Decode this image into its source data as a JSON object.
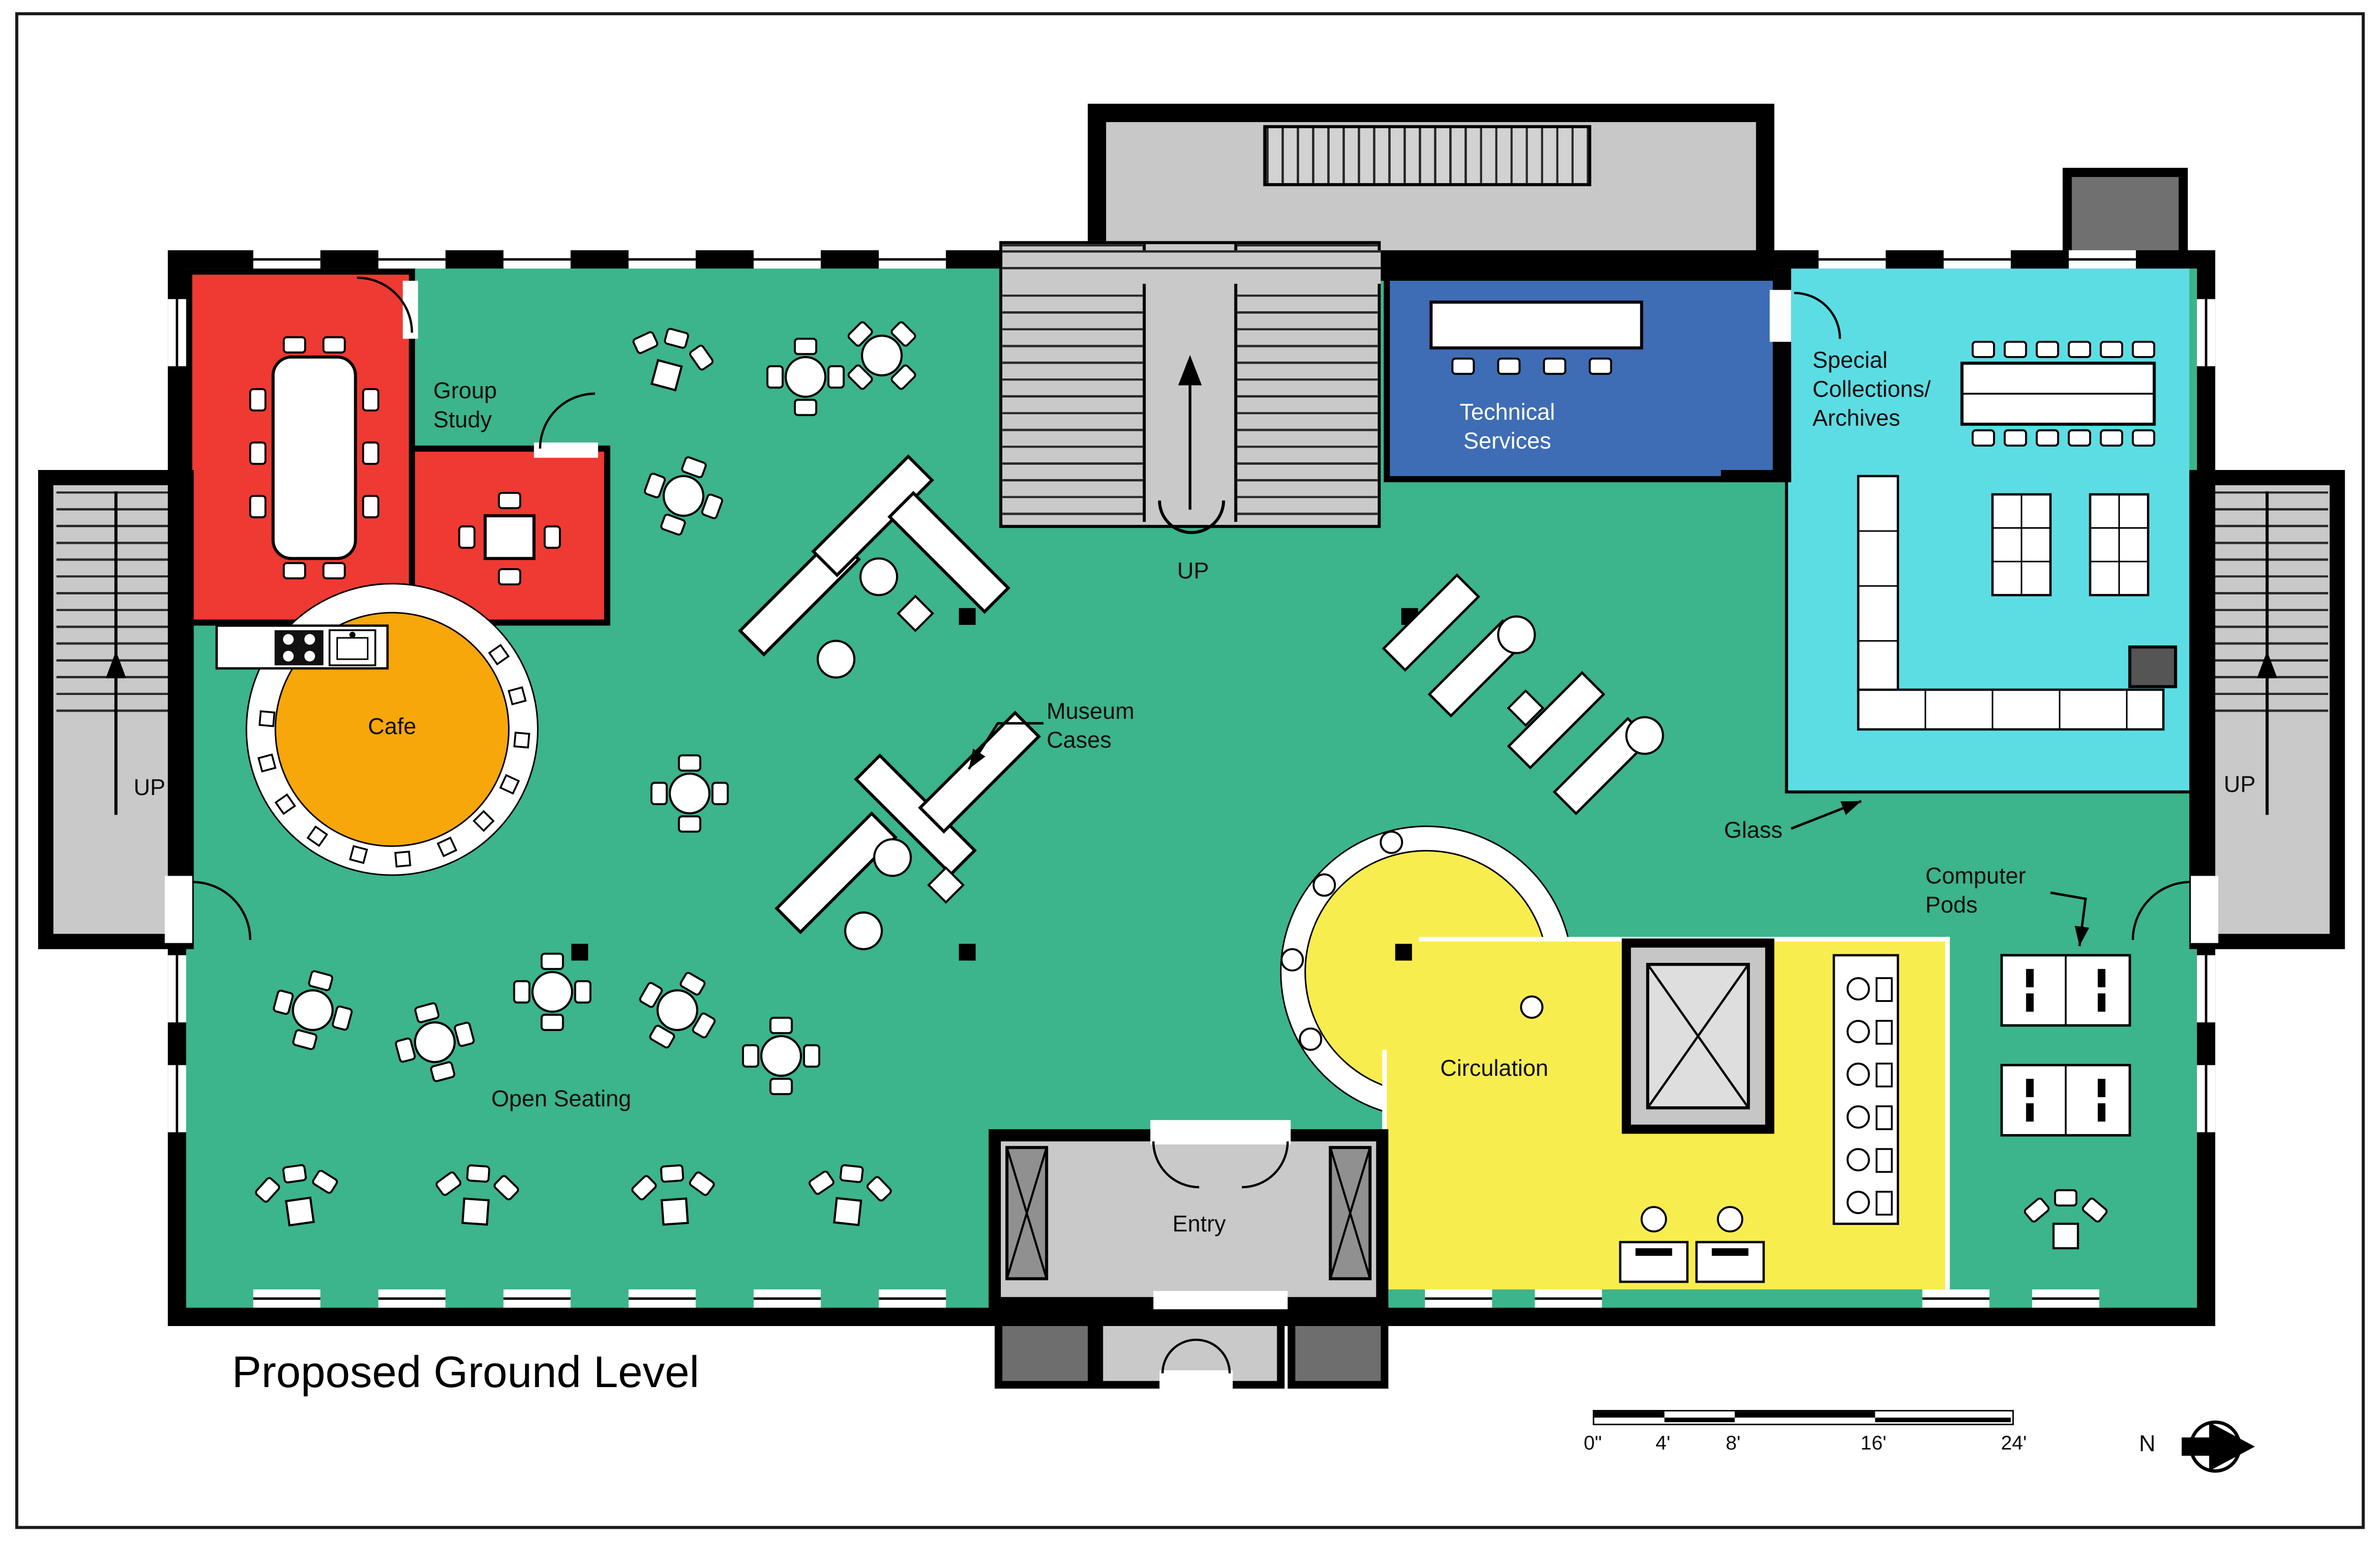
{
  "title": "Proposed Ground Level",
  "rooms": {
    "group_study": "Group Study",
    "cafe": "Cafe",
    "technical_services": "Technical Services",
    "special_collections": "Special Collections/ Archives",
    "open_seating": "Open Seating",
    "circulation": "Circulation",
    "entry": "Entry"
  },
  "stairs": {
    "center_up": "UP",
    "left_up": "UP",
    "right_up": "UP"
  },
  "annotations": {
    "museum_cases": "Museum Cases",
    "glass": "Glass",
    "computer_pods": "Computer Pods"
  },
  "scale_bar": {
    "ticks": [
      "0\"",
      "4'",
      "8'",
      "16'",
      "24'"
    ]
  },
  "compass": {
    "north": "N"
  },
  "colors": {
    "open_seating": "#3cb48c",
    "group_study": "#ee3a32",
    "cafe": "#f7a70a",
    "technical_services": "#3e6db5",
    "special_collections": "#5cdde4",
    "circulation": "#f8ed4f",
    "stair_gray": "#c9c9c9",
    "dark_gray": "#6e6e6e",
    "wall": "#000000"
  }
}
